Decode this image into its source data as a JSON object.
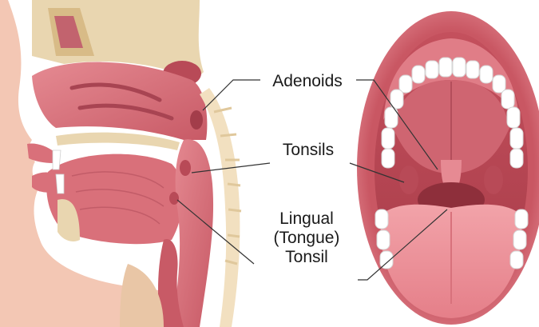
{
  "labels": {
    "adenoids": "Adenoids",
    "tonsils": "Tonsils",
    "lingual_line1": "Lingual",
    "lingual_line2": "(Tongue)",
    "lingual_line3": "Tonsil"
  },
  "colors": {
    "background": "#ffffff",
    "tissue": "#d9707a",
    "tissue_dark": "#b84a57",
    "tissue_light": "#f0a7ad",
    "bone": "#e9d6b0",
    "skin": "#f3c7b4",
    "teeth": "#ffffff",
    "spine": "#f2e0c0",
    "leader_line": "#333333"
  }
}
